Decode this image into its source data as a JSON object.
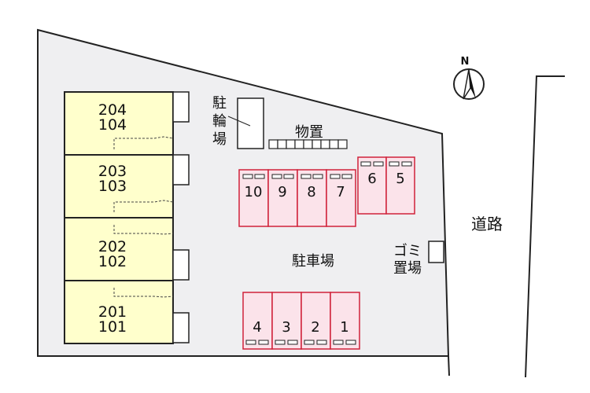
{
  "colors": {
    "lot": "#efeff1",
    "building": "#ffffcc",
    "stall_fill": "#fbe3ea",
    "stall_border": "#d0223a",
    "outline": "#222222"
  },
  "compass": {
    "label": "N",
    "icon": "north-arrow-icon"
  },
  "building": {
    "units": [
      {
        "upper": "204",
        "lower": "104"
      },
      {
        "upper": "203",
        "lower": "103"
      },
      {
        "upper": "202",
        "lower": "102"
      },
      {
        "upper": "201",
        "lower": "101"
      }
    ]
  },
  "bicycle_parking": {
    "chars": [
      "駐",
      "輪",
      "場"
    ]
  },
  "storage": {
    "label": "物置"
  },
  "parking_lot": {
    "label": "駐車場"
  },
  "parking_upper": [
    "10",
    "9",
    "8",
    "7"
  ],
  "parking_upper_right": [
    "6",
    "5"
  ],
  "parking_lower": [
    "4",
    "3",
    "2",
    "1"
  ],
  "garbage": {
    "line1": "ゴミ",
    "line2": "置場"
  },
  "road": {
    "label": "道路"
  }
}
